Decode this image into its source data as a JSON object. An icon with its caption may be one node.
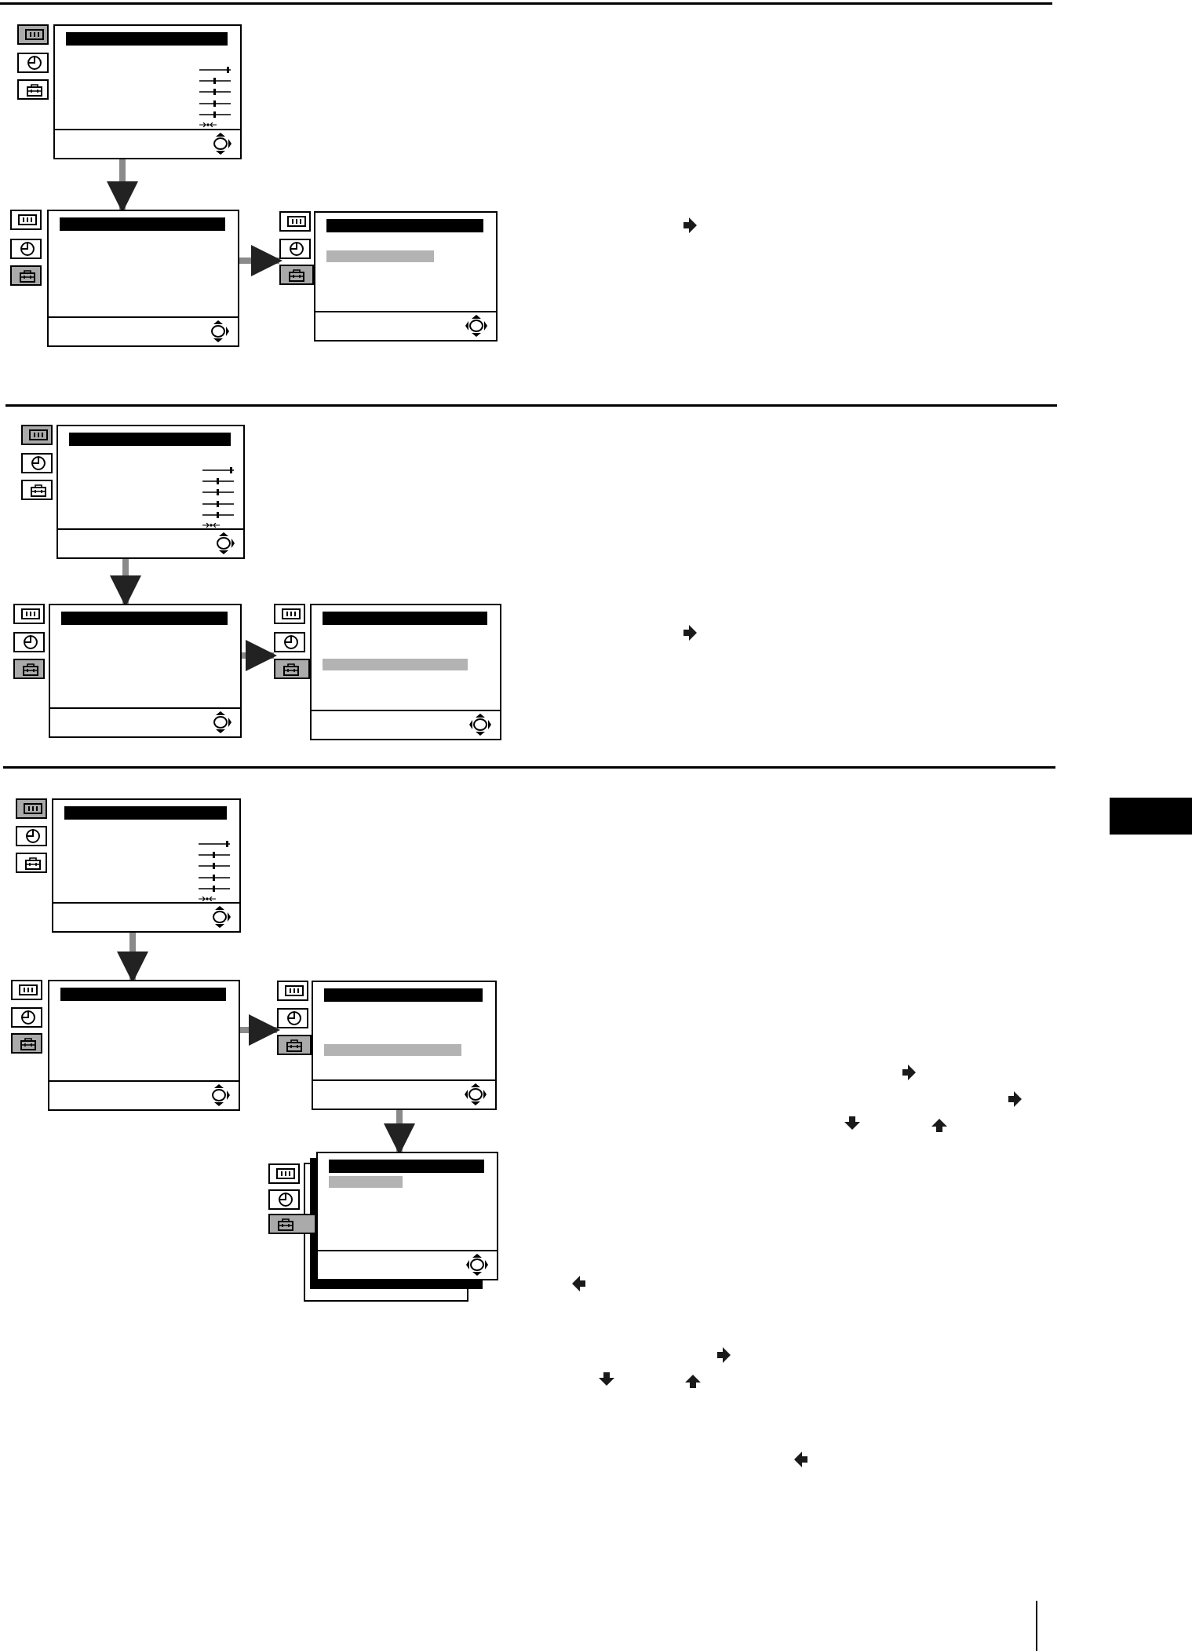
{
  "diagram": {
    "nodes": [
      {
        "text": [],
        "shape": "box"
      },
      {
        "text": [],
        "shape": "box"
      },
      {
        "text": [],
        "shape": "box"
      },
      {
        "text": [],
        "shape": "box"
      },
      {
        "text": [],
        "shape": "box"
      },
      {
        "text": [],
        "shape": "box"
      },
      {
        "text": [],
        "shape": "box"
      },
      {
        "text": [],
        "shape": "box"
      },
      {
        "text": [],
        "shape": "box"
      },
      {
        "text": [],
        "shape": "box"
      }
    ],
    "edges": [
      {
        "from": 0,
        "to": 1,
        "arrow": "to"
      },
      {
        "from": 1,
        "to": 2,
        "arrow": "to"
      },
      {
        "from": 3,
        "to": 4,
        "arrow": "to"
      },
      {
        "from": 4,
        "to": 5,
        "arrow": "to"
      },
      {
        "from": 6,
        "to": 7,
        "arrow": "to"
      },
      {
        "from": 7,
        "to": 8,
        "arrow": "to"
      },
      {
        "from": 8,
        "to": 9,
        "arrow": "to"
      }
    ]
  }
}
